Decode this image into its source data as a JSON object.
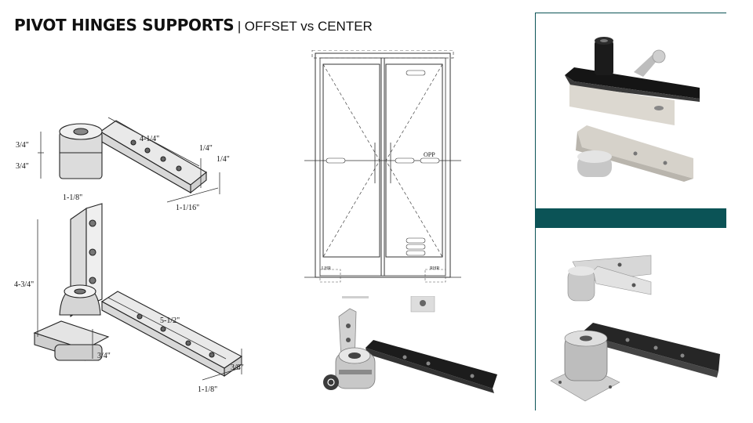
{
  "title": {
    "main": "PIVOT HINGES SUPPORTS",
    "separator": "|",
    "sub": "OFFSET vs CENTER"
  },
  "offset_drawing": {
    "dims": {
      "d1": "3/4\"",
      "d2": "3/4\"",
      "d3": "4-1/4\"",
      "d4": "1/4\"",
      "d5": "1/4\"",
      "d6": "1-1/16\"",
      "d7": "1-1/8\"",
      "d8": "4-3/4\"",
      "d9": "5-1/2\"",
      "d10": "3/4\"",
      "d11": "3/8\"",
      "d12": "1-1/8\""
    }
  },
  "door_elevation": {
    "labels": {
      "opp": "OPP",
      "lhr": "LHR",
      "rhr": "RHR"
    }
  },
  "colors": {
    "teal": "#0b5356",
    "metal_light": "#e6e6e6",
    "metal_mid": "#bdbdbd",
    "black_bar": "#1c1c1c"
  }
}
